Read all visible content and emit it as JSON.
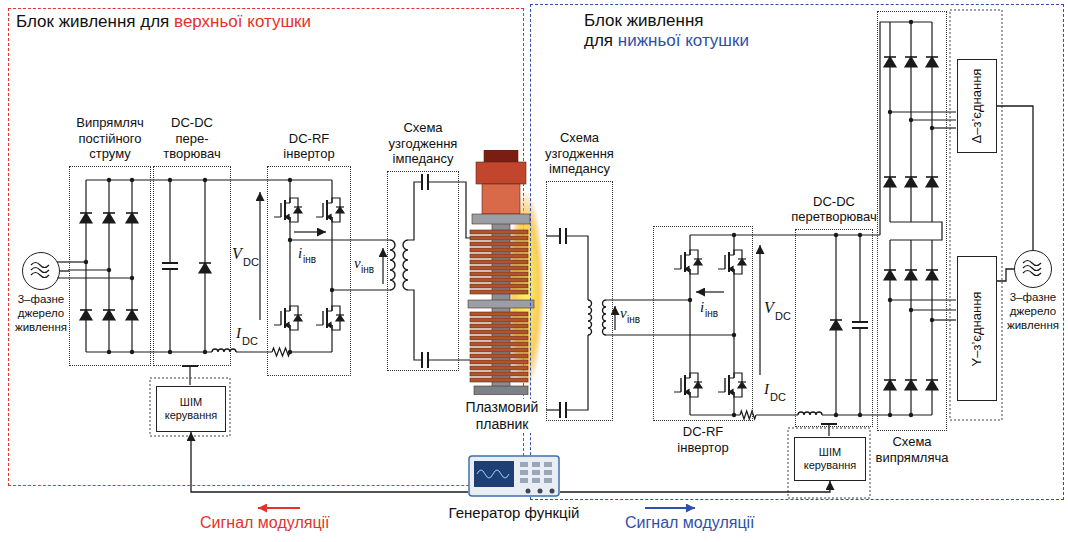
{
  "diagram": {
    "nodes": [
      {
        "text": [
          "Блок живлення для",
          "верхньої котушки"
        ]
      },
      {
        "text": [
          "3–фазне джерело живлення"
        ],
        "in": 0
      },
      {
        "text": [
          "Випрямляч постійного струму"
        ],
        "in": 0
      },
      {
        "text": [
          "DC-DC пере- творювач"
        ],
        "in": 0
      },
      {
        "text": [
          "DC-RF інвертор"
        ],
        "in": 0
      },
      {
        "text": [
          "Схема узгодження імпедансу"
        ],
        "in": 0
      },
      {
        "text": [
          "ШІМ керування"
        ],
        "in": 0
      },
      {
        "text": [
          "Плазмовий плавник"
        ]
      },
      {
        "text": [
          "Блок живлення для",
          "нижньої котушки"
        ]
      },
      {
        "text": [
          "Схема узгодження імпедансу"
        ],
        "in": 8
      },
      {
        "text": [
          "DC-RF інвертор"
        ],
        "in": 8
      },
      {
        "text": [
          "DC-DC перетворювач"
        ],
        "in": 8
      },
      {
        "text": [
          "ШІМ керування"
        ],
        "in": 8
      },
      {
        "text": [
          "Схема випрямляча"
        ],
        "in": 8
      },
      {
        "text": [
          "Δ–з’єднання"
        ],
        "in": 8
      },
      {
        "text": [
          "Y–з’єднання"
        ],
        "in": 8
      },
      {
        "text": [
          "3–фазне джерело живлення"
        ],
        "in": 8
      },
      {
        "text": [
          "Генератор функцій"
        ]
      }
    ],
    "edges": [
      {
        "from": 17,
        "to": 6,
        "arrow": "to",
        "label": "Сигнал модуляції"
      },
      {
        "from": 17,
        "to": 12,
        "arrow": "to",
        "label": "Сигнал модуляції"
      },
      {
        "from": 1,
        "to": 2,
        "arrow": "none"
      },
      {
        "from": 16,
        "to": 14,
        "arrow": "none"
      },
      {
        "from": 16,
        "to": 15,
        "arrow": "none"
      }
    ],
    "labels": [
      "V",
      "DC",
      "i",
      "інв",
      "v",
      "інв",
      "I",
      "DC",
      "v",
      "інв",
      "i",
      "інв",
      "V",
      "DC",
      "I",
      "DC"
    ]
  }
}
